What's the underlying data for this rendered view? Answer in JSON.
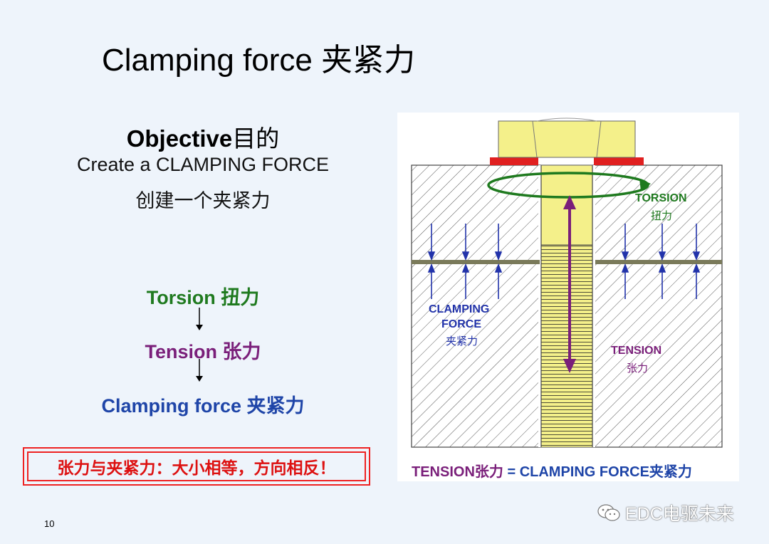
{
  "title": "Clamping force 夹紧力",
  "objective": {
    "heading": "Objective",
    "heading_cn": "目的",
    "line_en": "Create a CLAMPING FORCE",
    "line_cn": "创建一个夹紧力"
  },
  "flow": {
    "step1": "Torsion 扭力",
    "step2": "Tension 张力",
    "step3": "Clamping force 夹紧力",
    "arrow_icon": "down-arrow-icon"
  },
  "note": "张力与夹紧力：大小相等，方向相反！",
  "page_number": "10",
  "diagram": {
    "torsion_en": "TORSION",
    "torsion_cn": "扭力",
    "clamping_en1": "CLAMPING",
    "clamping_en2": "FORCE",
    "clamping_cn": "夹紧力",
    "tension_en": "TENSION",
    "tension_cn": "张力",
    "equation_left": "TENSION张力",
    "equation_eq": " = ",
    "equation_right": "CLAMPING FORCE夹紧力"
  },
  "watermark": "EDC电驱未来",
  "colors": {
    "torsion": "#1f7a1f",
    "tension": "#7a1f7a",
    "clamping": "#1f45a8",
    "warning": "#dd1111",
    "bolt": "#f4f08a"
  }
}
